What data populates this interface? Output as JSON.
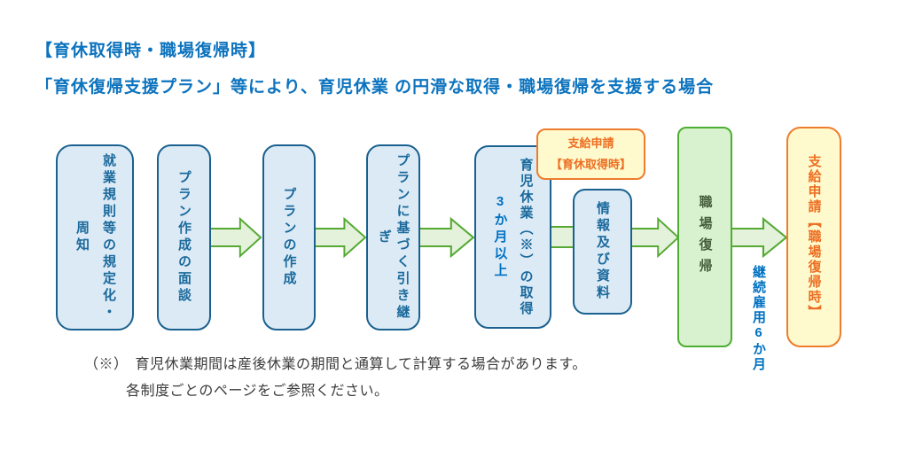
{
  "title": {
    "line1": "【育休取得時・職場復帰時】",
    "line2": "「育休復帰支援プラン」等により、育児休業 の円滑な取得・職場復帰を支援する場合"
  },
  "flow": {
    "steps": [
      {
        "label": "就業規則等の規定化・\n周知"
      },
      {
        "label": "プラン作成の面談"
      },
      {
        "label": "プランの作成"
      },
      {
        "label": "プランに基づく引き継ぎ"
      },
      {
        "label": "育児休業（※）の取得",
        "sublabel": "3か月以上"
      },
      {
        "label": "情報及び資料"
      }
    ],
    "callout": {
      "line1": "支給申請",
      "line2": "【育休取得時】"
    },
    "return_box": {
      "label": "職場復帰"
    },
    "final_box": {
      "label": "支給申請【職場復帰時】"
    },
    "annotation": "継続雇用6か月"
  },
  "footnote": {
    "marker": "（※）",
    "line1": "育児休業期間は産後休業の期間と通算して計算する場合があります。",
    "line2": "各制度ごとのページをご参照ください。"
  },
  "colors": {
    "title_blue": "#0C73BE",
    "box_fill": "#DCEAF6",
    "box_border": "#1A618F",
    "box_text": "#1B6A9C",
    "accent_blue": "#0071C1",
    "arrow_fill": "#E4F1DB",
    "arrow_border": "#55A933",
    "green_fill": "#D8F1CE",
    "green_border": "#4DAE31",
    "green_text": "#475E3D",
    "orange_border": "#EE7C2E",
    "orange_text": "#ED6E22",
    "yellow_fill": "#FFFACD",
    "footnote_text": "#3C3C3C"
  }
}
